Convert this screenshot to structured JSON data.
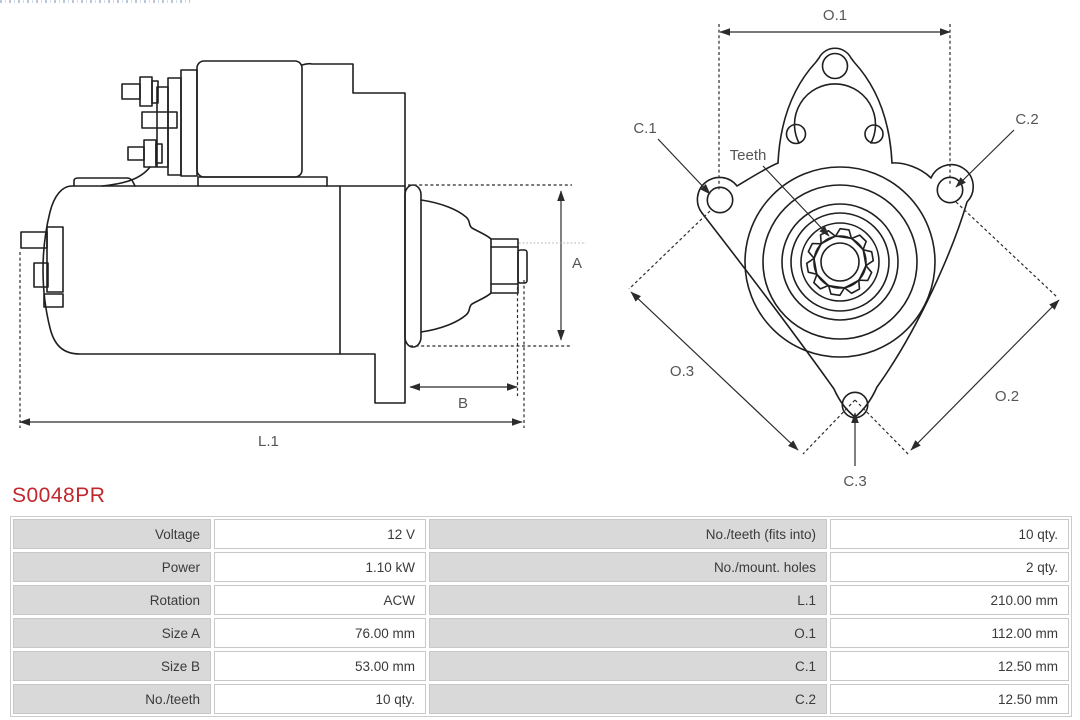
{
  "part_number": {
    "text": "S0048PR",
    "color": "#c1272d"
  },
  "drawings": {
    "side_view": {
      "dim_l1": "L.1",
      "dim_a": "A",
      "dim_b": "B"
    },
    "front_view": {
      "dim_o1": "O.1",
      "dim_o2": "O.2",
      "dim_o3": "O.3",
      "dim_c1": "C.1",
      "dim_c2": "C.2",
      "dim_c3": "C.3",
      "teeth_label": "Teeth"
    }
  },
  "spec_table": {
    "rows": [
      {
        "label_left": "Voltage",
        "value_left": "12 V",
        "label_right": "No./teeth (fits into)",
        "value_right": "10 qty."
      },
      {
        "label_left": "Power",
        "value_left": "1.10 kW",
        "label_right": "No./mount. holes",
        "value_right": "2 qty."
      },
      {
        "label_left": "Rotation",
        "value_left": "ACW",
        "label_right": "L.1",
        "value_right": "210.00 mm"
      },
      {
        "label_left": "Size A",
        "value_left": "76.00 mm",
        "label_right": "O.1",
        "value_right": "112.00 mm"
      },
      {
        "label_left": "Size B",
        "value_left": "53.00 mm",
        "label_right": "C.1",
        "value_right": "12.50 mm"
      },
      {
        "label_left": "No./teeth",
        "value_left": "10 qty.",
        "label_right": "C.2",
        "value_right": "12.50 mm"
      }
    ]
  },
  "colors": {
    "accent_red": "#c1272d",
    "table_label_bg": "#d9d9d9",
    "table_value_bg": "#ffffff",
    "table_border": "#c8c8c8",
    "table_text": "#3a3a3a",
    "drawing_line": "#1f1f1f",
    "dimension_text": "#565656",
    "top_strip": "#9fb6cb"
  }
}
